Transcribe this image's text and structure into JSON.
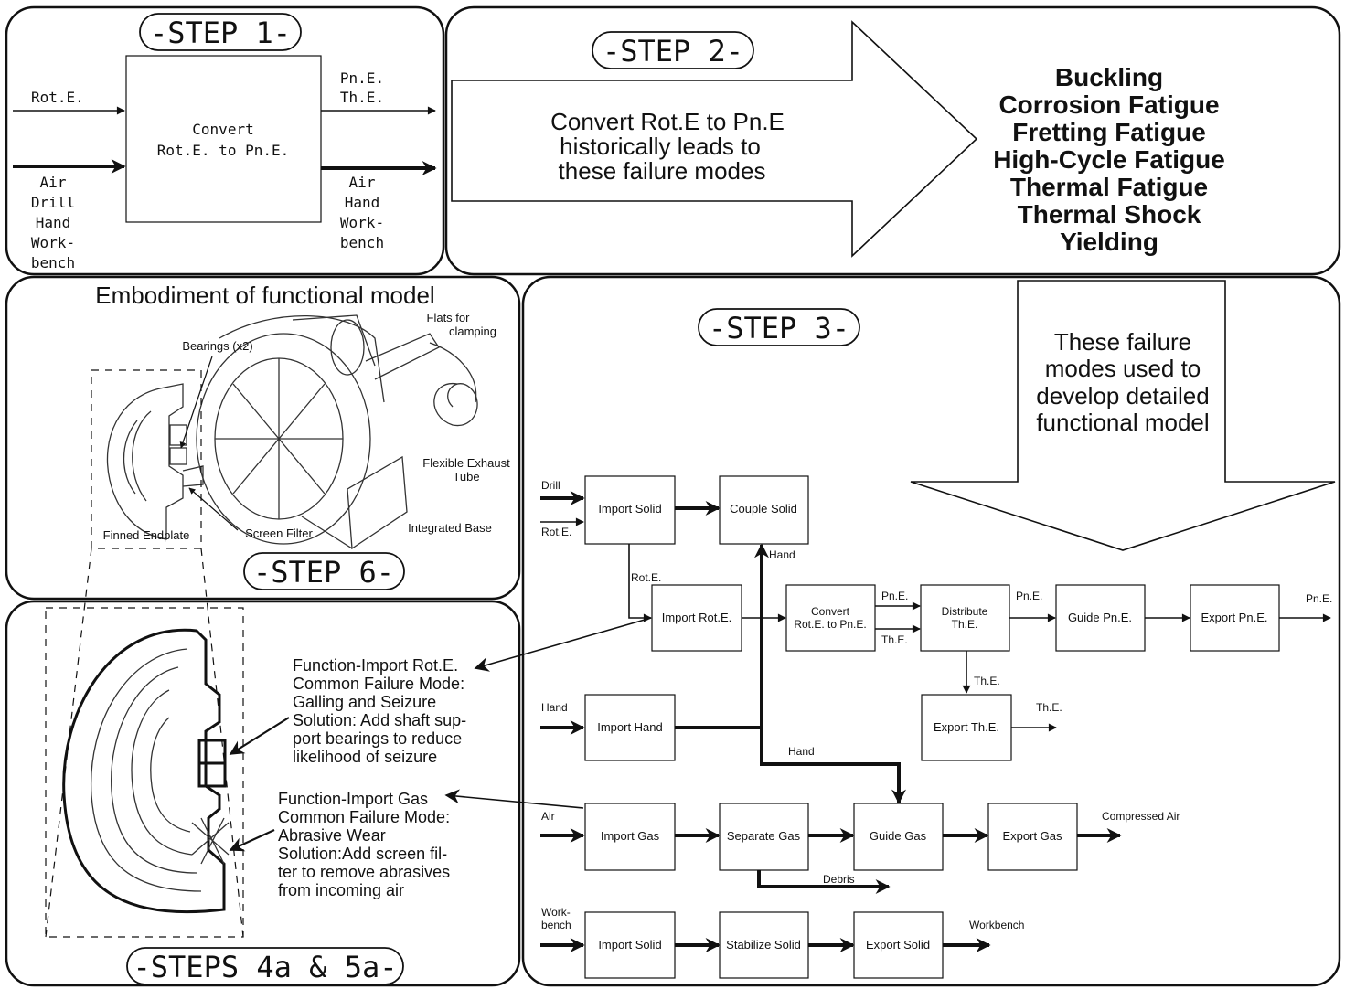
{
  "step1": {
    "label": "-STEP 1-",
    "in_top": "Rot.E.",
    "in_bottom": [
      "Air",
      "Drill",
      "Hand",
      "Work-",
      "bench"
    ],
    "box": [
      "Convert",
      "Rot.E. to Pn.E."
    ],
    "out_top": [
      "Pn.E.",
      "Th.E."
    ],
    "out_bottom": [
      "Air",
      "Hand",
      "Work-",
      "bench"
    ]
  },
  "step2": {
    "label": "-STEP 2-",
    "arrow_text": [
      "Convert Rot.E to Pn.E",
      "historically leads to",
      "these failure modes"
    ],
    "modes": [
      "Buckling",
      "Corrosion Fatigue",
      "Fretting Fatigue",
      "High-Cycle Fatigue",
      "Thermal Fatigue",
      "Thermal Shock",
      "Yielding"
    ]
  },
  "embodiment": {
    "title": "Embodiment of functional model",
    "flats": [
      "Flats for",
      "clamping"
    ],
    "bearings": "Bearings (x2)",
    "exhaust": [
      "Flexible Exhaust",
      "Tube"
    ],
    "finned": "Finned Endplate",
    "screen": "Screen Filter",
    "base": "Integrated Base",
    "step6": "-STEP 6-"
  },
  "steps45": {
    "label": "-STEPS 4a & 5a-",
    "note1": [
      "Function-Import Rot.E.",
      "Common Failure Mode:",
      "Galling and Seizure",
      "Solution: Add shaft sup-",
      "port bearings to reduce",
      "likelihood of seizure"
    ],
    "note2": [
      "Function-Import Gas",
      "Common Failure Mode:",
      "Abrasive Wear",
      "Solution:Add screen fil-",
      "ter to remove abrasives",
      "from incoming air"
    ]
  },
  "step3": {
    "label": "-STEP 3-",
    "down_text": [
      "These failure",
      "modes used to",
      "develop detailed",
      "functional model"
    ],
    "blocks": {
      "import_solid_1": "Import Solid",
      "couple_solid": "Couple  Solid",
      "import_rot": "Import Rot.E.",
      "convert": [
        "Convert",
        "Rot.E. to Pn.E."
      ],
      "distribute": [
        "Distribute",
        "Th.E."
      ],
      "guide_pn": "Guide Pn.E.",
      "export_pn": "Export  Pn.E.",
      "import_hand": "Import Hand",
      "export_th": "Export  Th.E.",
      "import_gas": "Import Gas",
      "separate_gas": "Separate Gas",
      "guide_gas": "Guide Gas",
      "export_gas": "Export Gas",
      "import_solid_2": "Import Solid",
      "stabilize_solid": "Stabilize  Solid",
      "export_solid": "Export Solid"
    },
    "flows": {
      "drill": "Drill",
      "rote_in": "Rot.E.",
      "hand_up": "Hand",
      "rote_mid": "Rot.E.",
      "pne_1": "Pn.E.",
      "the_1": "Th.E.",
      "pne_2": "Pn.E.",
      "pne_out": "Pn.E.",
      "the_2": "Th.E.",
      "the_out": "Th.E.",
      "hand_in": "Hand",
      "hand_mid": "Hand",
      "air_in": "Air",
      "compressed_air": "Compressed  Air",
      "debris": "Debris",
      "work_in": [
        "Work-",
        "bench"
      ],
      "workbench_out": "Workbench"
    }
  }
}
